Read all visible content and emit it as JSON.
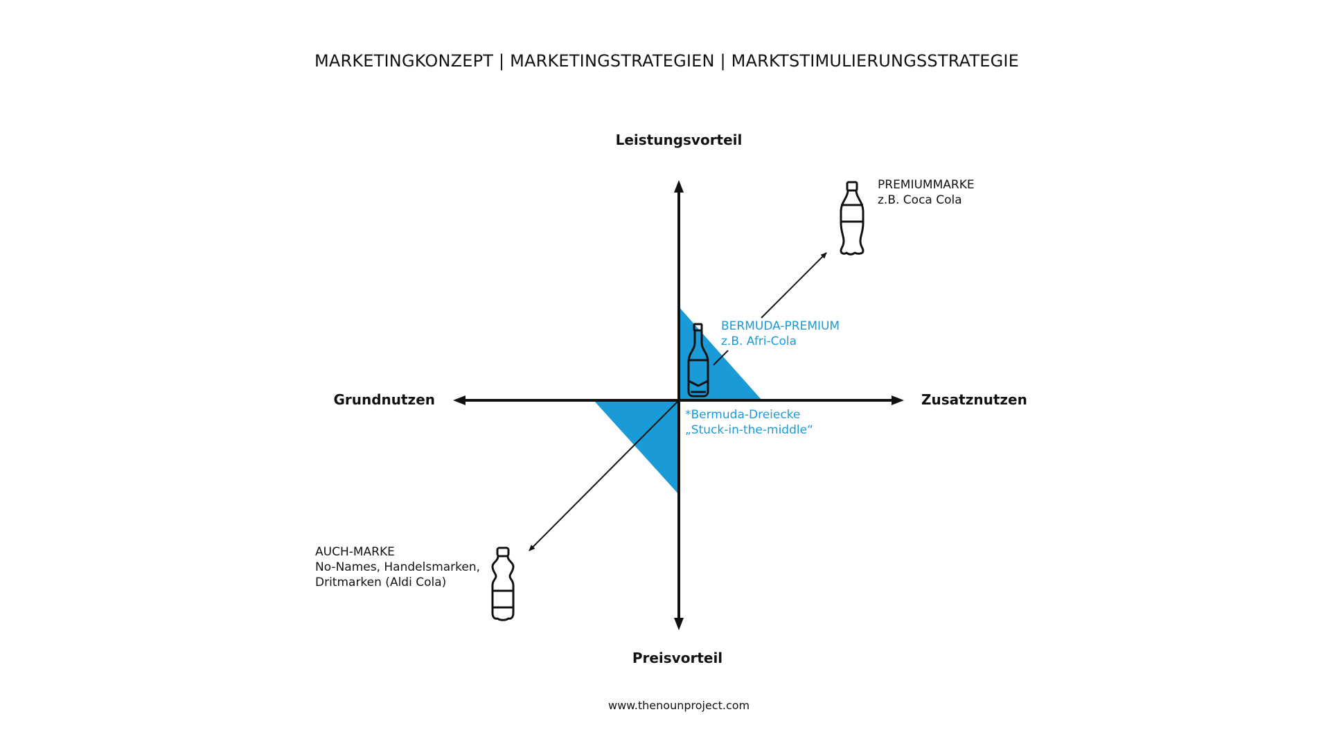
{
  "title": "MARKETINGKONZEPT | MARKETINGSTRATEGIEN | MARKTSTIMULIERUNGSSTRATEGIE",
  "axes": {
    "top": "Leistungsvorteil",
    "bottom": "Preisvorteil",
    "left": "Grundnutzen",
    "right": "Zusatznutzen"
  },
  "labels": {
    "premium": {
      "line1": "PREMIUMMARKE",
      "line2": "z.B. Coca Cola"
    },
    "bermuda_premium": {
      "line1": "BERMUDA-PREMIUM",
      "line2": "z.B. Afri-Cola"
    },
    "bermuda_triangle": {
      "line1": "*Bermuda-Dreiecke",
      "line2": "„Stuck-in-the-middle“"
    },
    "auch_marke": {
      "line1": "AUCH-MARKE",
      "line2": "No-Names, Handelsmarken,",
      "line3": "Dritmarken (Aldi Cola)"
    }
  },
  "footer": "www.thenounproject.com",
  "colors": {
    "accent": "#1a9ad6",
    "ink": "#111111"
  }
}
